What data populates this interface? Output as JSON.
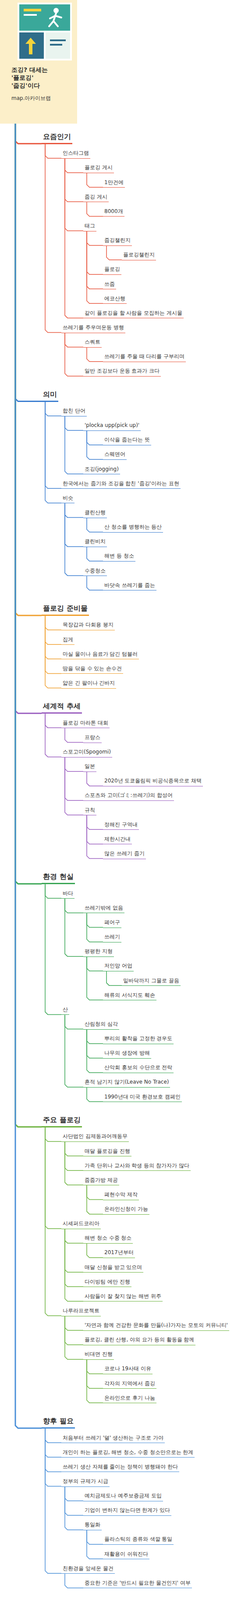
{
  "diagram": {
    "nodes": [
      {
        "text": [
          "조깅? 대세는 '플로깅' '줍깅'이다",
          "map.아카이브랩"
        ]
      },
      {
        "text": [
          "요즘인기"
        ]
      },
      {
        "text": [
          "인스타그램"
        ]
      },
      {
        "text": [
          "플로깅 게시"
        ]
      },
      {
        "text": [
          "1만건에"
        ]
      },
      {
        "text": [
          "줍깅 게시"
        ]
      },
      {
        "text": [
          "8000개"
        ]
      },
      {
        "text": [
          "태그"
        ]
      },
      {
        "text": [
          "줍깅챌린지"
        ]
      },
      {
        "text": [
          "플로깅챌린지"
        ]
      },
      {
        "text": [
          "플로깅"
        ]
      },
      {
        "text": [
          "쓰줍"
        ]
      },
      {
        "text": [
          "에코산행"
        ]
      },
      {
        "text": [
          "같이 플로깅을 할 사람을 모집하는 게시물"
        ]
      },
      {
        "text": [
          "쓰레기를 주우며운동 병행"
        ]
      },
      {
        "text": [
          "스쿼트"
        ]
      },
      {
        "text": [
          "쓰레기를 주울 때 다리를 구부리며"
        ]
      },
      {
        "text": [
          "일반 조깅보다 운동 효과가 크다"
        ]
      },
      {
        "text": [
          "의미"
        ]
      },
      {
        "text": [
          "합친 단어"
        ]
      },
      {
        "text": [
          "'plocka upp(pick up)'"
        ]
      },
      {
        "text": [
          "이삭을 줍는다는 뜻"
        ]
      },
      {
        "text": [
          "스웨덴어"
        ]
      },
      {
        "text": [
          "조깅(jogging)"
        ]
      },
      {
        "text": [
          "한국에서는 줍기와 조깅을 합친 '줍깅'이라는 표현"
        ]
      },
      {
        "text": [
          "비슷"
        ]
      },
      {
        "text": [
          "클린산행"
        ]
      },
      {
        "text": [
          "산 청소를 병행하는 등산"
        ]
      },
      {
        "text": [
          "클린비치"
        ]
      },
      {
        "text": [
          "해변 등 청소"
        ]
      },
      {
        "text": [
          "수중청소"
        ]
      },
      {
        "text": [
          "바닷속 쓰레기를 줍는"
        ]
      },
      {
        "text": [
          "플로깅 준비물"
        ]
      },
      {
        "text": [
          "목장갑과 다회용 봉지"
        ]
      },
      {
        "text": [
          "집게"
        ]
      },
      {
        "text": [
          "마실 물이나 음료가 담긴 텀블러"
        ]
      },
      {
        "text": [
          "땀을 닦을 수 있는 손수건"
        ]
      },
      {
        "text": [
          "얇은 긴 팔이나 긴바지"
        ]
      },
      {
        "text": [
          "세계적 추세"
        ]
      },
      {
        "text": [
          "플로깅 마라톤 대회"
        ]
      },
      {
        "text": [
          "프랑스"
        ]
      },
      {
        "text": [
          "스포고미(Spogomi)"
        ]
      },
      {
        "text": [
          "일본"
        ]
      },
      {
        "text": [
          "2020년 도쿄올림픽 비공식종목으로 채택"
        ]
      },
      {
        "text": [
          "스포츠와 고미(ゴミ:쓰레기)의 합성어"
        ]
      },
      {
        "text": [
          "규칙"
        ]
      },
      {
        "text": [
          "정해진 구역내"
        ]
      },
      {
        "text": [
          "제한시간내"
        ]
      },
      {
        "text": [
          "많은 쓰레기 줍기"
        ]
      },
      {
        "text": [
          "환경 현실"
        ]
      },
      {
        "text": [
          "바다"
        ]
      },
      {
        "text": [
          "쓰레기밖에 없음"
        ]
      },
      {
        "text": [
          "폐어구"
        ]
      },
      {
        "text": [
          "쓰레기"
        ]
      },
      {
        "text": [
          "평평한 지형"
        ]
      },
      {
        "text": [
          "저인망 어업"
        ]
      },
      {
        "text": [
          "밑바닥까지 그물로 끌음"
        ]
      },
      {
        "text": [
          "해류의 서식지도 훼손"
        ]
      },
      {
        "text": [
          "산"
        ]
      },
      {
        "text": [
          "산림청의 심각"
        ]
      },
      {
        "text": [
          "뿌리의 활착을 고정한 경우도"
        ]
      },
      {
        "text": [
          "나무의 생장에 방해"
        ]
      },
      {
        "text": [
          "산악회 홍보의 수단으로 전락"
        ]
      },
      {
        "text": [
          "흔적 남기지 않기(Leave No Trace)"
        ]
      },
      {
        "text": [
          "1990년대 미국 환경보호 캠페인"
        ]
      },
      {
        "text": [
          "주요 플로깅"
        ]
      },
      {
        "text": [
          "사단법인 김제동과어깨동무"
        ]
      },
      {
        "text": [
          "매달 플로깅을 진행"
        ]
      },
      {
        "text": [
          "가족 단위나 교사와 학생 등의 참가자가 많다"
        ]
      },
      {
        "text": [
          "줍줍가방 제공"
        ]
      },
      {
        "text": [
          "폐현수막 제작"
        ]
      },
      {
        "text": [
          "온라인신청이 가능"
        ]
      },
      {
        "text": [
          "시셰퍼드코리아"
        ]
      },
      {
        "text": [
          "해변 청소 수중 청소"
        ]
      },
      {
        "text": [
          "2017년부터"
        ]
      },
      {
        "text": [
          "매달 신청을 받고 있으며"
        ]
      },
      {
        "text": [
          "다이빙팀 에만 진행"
        ]
      },
      {
        "text": [
          "사람들이 잘 찾지 않는 해변 위주"
        ]
      },
      {
        "text": [
          "나루라프로젝트"
        ]
      },
      {
        "text": [
          "'자연과 함께 건강한 문화를 만들(나)가자는 모토의 커뮤니티'"
        ]
      },
      {
        "text": [
          "플로깅, 클린 산행, 야외 요가 등의 활동을 함께"
        ]
      },
      {
        "text": [
          "비대면 진행"
        ]
      },
      {
        "text": [
          "코로나 19사태 이유"
        ]
      },
      {
        "text": [
          "각자의 지역에서 줍깅"
        ]
      },
      {
        "text": [
          "온라인으로 후기 나눔"
        ]
      },
      {
        "text": [
          "향후 필요"
        ]
      },
      {
        "text": [
          "처음부터 쓰레기 '덜' 생산하는 구조로 가야"
        ]
      },
      {
        "text": [
          "개인이 하는 플로깅, 해변 청소, 수중 청소만으로는 한계"
        ]
      },
      {
        "text": [
          "쓰레기 생산 자체를 줄이는 정책이 병행돼야 한다"
        ]
      },
      {
        "text": [
          "정부의 규제가 시급"
        ]
      },
      {
        "text": [
          "예치금제도나 예주보증금제 도입"
        ]
      },
      {
        "text": [
          "기업이 변하지 않는다면 한계가 있다"
        ]
      },
      {
        "text": [
          "통일화"
        ]
      },
      {
        "text": [
          "플라스틱의 종류와 색깔 통일"
        ]
      },
      {
        "text": [
          "재활용이 쉬워진다"
        ]
      },
      {
        "text": [
          "친환경을 앞세운 물건"
        ]
      },
      {
        "text": [
          "중요한 기준은 '반드시 필요한 물건인지' 여부"
        ]
      }
    ],
    "edges": [
      {
        "from": 0,
        "to": 1,
        "arrow": "none"
      },
      {
        "from": 1,
        "to": 2,
        "arrow": "none"
      },
      {
        "from": 2,
        "to": 3,
        "arrow": "none"
      },
      {
        "from": 3,
        "to": 4,
        "arrow": "none"
      },
      {
        "from": 2,
        "to": 5,
        "arrow": "none"
      },
      {
        "from": 5,
        "to": 6,
        "arrow": "none"
      },
      {
        "from": 2,
        "to": 7,
        "arrow": "none"
      },
      {
        "from": 7,
        "to": 8,
        "arrow": "none"
      },
      {
        "from": 8,
        "to": 9,
        "arrow": "none"
      },
      {
        "from": 7,
        "to": 10,
        "arrow": "none"
      },
      {
        "from": 7,
        "to": 11,
        "arrow": "none"
      },
      {
        "from": 7,
        "to": 12,
        "arrow": "none"
      },
      {
        "from": 2,
        "to": 13,
        "arrow": "none"
      },
      {
        "from": 1,
        "to": 14,
        "arrow": "none"
      },
      {
        "from": 14,
        "to": 15,
        "arrow": "none"
      },
      {
        "from": 15,
        "to": 16,
        "arrow": "none"
      },
      {
        "from": 14,
        "to": 17,
        "arrow": "none"
      },
      {
        "from": 0,
        "to": 18,
        "arrow": "none"
      },
      {
        "from": 18,
        "to": 19,
        "arrow": "none"
      },
      {
        "from": 19,
        "to": 20,
        "arrow": "none"
      },
      {
        "from": 20,
        "to": 21,
        "arrow": "none"
      },
      {
        "from": 20,
        "to": 22,
        "arrow": "none"
      },
      {
        "from": 19,
        "to": 23,
        "arrow": "none"
      },
      {
        "from": 18,
        "to": 24,
        "arrow": "none"
      },
      {
        "from": 18,
        "to": 25,
        "arrow": "none"
      },
      {
        "from": 25,
        "to": 26,
        "arrow": "none"
      },
      {
        "from": 26,
        "to": 27,
        "arrow": "none"
      },
      {
        "from": 25,
        "to": 28,
        "arrow": "none"
      },
      {
        "from": 28,
        "to": 29,
        "arrow": "none"
      },
      {
        "from": 25,
        "to": 30,
        "arrow": "none"
      },
      {
        "from": 30,
        "to": 31,
        "arrow": "none"
      },
      {
        "from": 0,
        "to": 32,
        "arrow": "none"
      },
      {
        "from": 32,
        "to": 33,
        "arrow": "none"
      },
      {
        "from": 32,
        "to": 34,
        "arrow": "none"
      },
      {
        "from": 32,
        "to": 35,
        "arrow": "none"
      },
      {
        "from": 32,
        "to": 36,
        "arrow": "none"
      },
      {
        "from": 32,
        "to": 37,
        "arrow": "none"
      },
      {
        "from": 0,
        "to": 38,
        "arrow": "none"
      },
      {
        "from": 38,
        "to": 39,
        "arrow": "none"
      },
      {
        "from": 39,
        "to": 40,
        "arrow": "none"
      },
      {
        "from": 38,
        "to": 41,
        "arrow": "none"
      },
      {
        "from": 41,
        "to": 42,
        "arrow": "none"
      },
      {
        "from": 42,
        "to": 43,
        "arrow": "none"
      },
      {
        "from": 41,
        "to": 44,
        "arrow": "none"
      },
      {
        "from": 41,
        "to": 45,
        "arrow": "none"
      },
      {
        "from": 45,
        "to": 46,
        "arrow": "none"
      },
      {
        "from": 45,
        "to": 47,
        "arrow": "none"
      },
      {
        "from": 45,
        "to": 48,
        "arrow": "none"
      },
      {
        "from": 0,
        "to": 49,
        "arrow": "none"
      },
      {
        "from": 49,
        "to": 50,
        "arrow": "none"
      },
      {
        "from": 50,
        "to": 51,
        "arrow": "none"
      },
      {
        "from": 51,
        "to": 52,
        "arrow": "none"
      },
      {
        "from": 51,
        "to": 53,
        "arrow": "none"
      },
      {
        "from": 50,
        "to": 54,
        "arrow": "none"
      },
      {
        "from": 54,
        "to": 55,
        "arrow": "none"
      },
      {
        "from": 55,
        "to": 56,
        "arrow": "none"
      },
      {
        "from": 54,
        "to": 57,
        "arrow": "none"
      },
      {
        "from": 49,
        "to": 58,
        "arrow": "none"
      },
      {
        "from": 58,
        "to": 59,
        "arrow": "none"
      },
      {
        "from": 59,
        "to": 60,
        "arrow": "none"
      },
      {
        "from": 59,
        "to": 61,
        "arrow": "none"
      },
      {
        "from": 59,
        "to": 62,
        "arrow": "none"
      },
      {
        "from": 58,
        "to": 63,
        "arrow": "none"
      },
      {
        "from": 63,
        "to": 64,
        "arrow": "none"
      },
      {
        "from": 0,
        "to": 65,
        "arrow": "none"
      },
      {
        "from": 65,
        "to": 66,
        "arrow": "none"
      },
      {
        "from": 66,
        "to": 67,
        "arrow": "none"
      },
      {
        "from": 66,
        "to": 68,
        "arrow": "none"
      },
      {
        "from": 66,
        "to": 69,
        "arrow": "none"
      },
      {
        "from": 69,
        "to": 70,
        "arrow": "none"
      },
      {
        "from": 69,
        "to": 71,
        "arrow": "none"
      },
      {
        "from": 65,
        "to": 72,
        "arrow": "none"
      },
      {
        "from": 72,
        "to": 73,
        "arrow": "none"
      },
      {
        "from": 73,
        "to": 74,
        "arrow": "none"
      },
      {
        "from": 72,
        "to": 75,
        "arrow": "none"
      },
      {
        "from": 72,
        "to": 76,
        "arrow": "none"
      },
      {
        "from": 72,
        "to": 77,
        "arrow": "none"
      },
      {
        "from": 65,
        "to": 78,
        "arrow": "none"
      },
      {
        "from": 78,
        "to": 79,
        "arrow": "none"
      },
      {
        "from": 78,
        "to": 80,
        "arrow": "none"
      },
      {
        "from": 78,
        "to": 81,
        "arrow": "none"
      },
      {
        "from": 81,
        "to": 82,
        "arrow": "none"
      },
      {
        "from": 81,
        "to": 83,
        "arrow": "none"
      },
      {
        "from": 81,
        "to": 84,
        "arrow": "none"
      },
      {
        "from": 0,
        "to": 85,
        "arrow": "none"
      },
      {
        "from": 85,
        "to": 86,
        "arrow": "none"
      },
      {
        "from": 85,
        "to": 87,
        "arrow": "none"
      },
      {
        "from": 85,
        "to": 88,
        "arrow": "none"
      },
      {
        "from": 85,
        "to": 89,
        "arrow": "none"
      },
      {
        "from": 89,
        "to": 90,
        "arrow": "none"
      },
      {
        "from": 89,
        "to": 91,
        "arrow": "none"
      },
      {
        "from": 89,
        "to": 92,
        "arrow": "none"
      },
      {
        "from": 92,
        "to": 93,
        "arrow": "none"
      },
      {
        "from": 92,
        "to": 94,
        "arrow": "none"
      },
      {
        "from": 85,
        "to": 95,
        "arrow": "none"
      },
      {
        "from": 95,
        "to": 96,
        "arrow": "none"
      }
    ]
  }
}
